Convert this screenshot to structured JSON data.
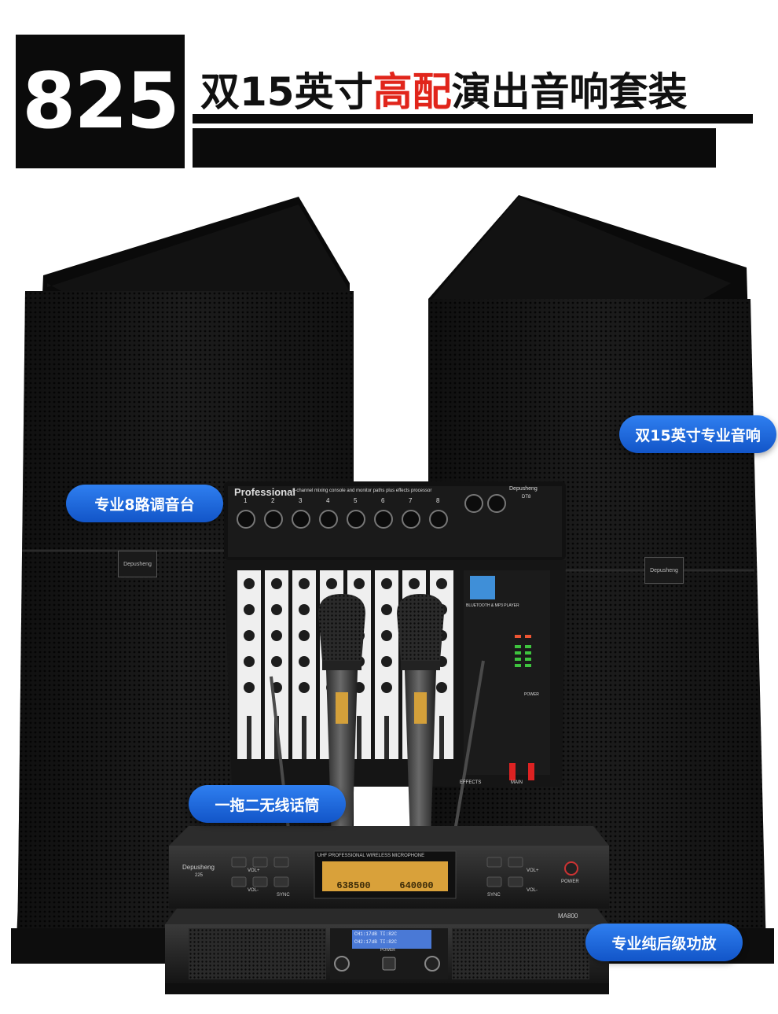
{
  "header": {
    "model": "825",
    "title_part1": "双15英寸",
    "title_accent": "高配",
    "title_part2": "演出音响套装"
  },
  "colors": {
    "accent": "#e1251b",
    "pill": "#1f6fe6",
    "dark": "#0b0b0b"
  },
  "callouts": {
    "speakers": "双15英寸专业音响",
    "mixer": "专业8路调音台",
    "microphones": "一拖二无线话筒",
    "amplifier": "专业纯后级功放"
  },
  "speaker_brand": "Depusheng",
  "mixer": {
    "title": "Professional",
    "subtitle": "8-channel mixing console and monitor paths plus effects processor",
    "brand": "Depusheng",
    "model": "DT8",
    "channels": [
      "1",
      "2",
      "3",
      "4",
      "5",
      "6",
      "7",
      "8"
    ],
    "bt_label": "BLUETOOTH & MP3 PLAYER",
    "effects_label": "EFFECTS",
    "main_label": "MAIN",
    "power_label": "POWER"
  },
  "receiver": {
    "brand": "Depusheng",
    "model": "225",
    "band_label": "UHF PROFESSIONAL WIRELESS MICROPHONE",
    "freq_a": "638500",
    "freq_b": "640000",
    "left_buttons": [
      "VOL+",
      "VOL-",
      "SYNC"
    ],
    "right_buttons": [
      "VOL+",
      "VOL-",
      "SYNC"
    ],
    "power_label": "POWER"
  },
  "amplifier": {
    "model": "MA800",
    "lcd_line1": "CH1:17dB TI:82C",
    "lcd_line2": "CH2:17dB TI:82C",
    "power_label": "POWER"
  }
}
